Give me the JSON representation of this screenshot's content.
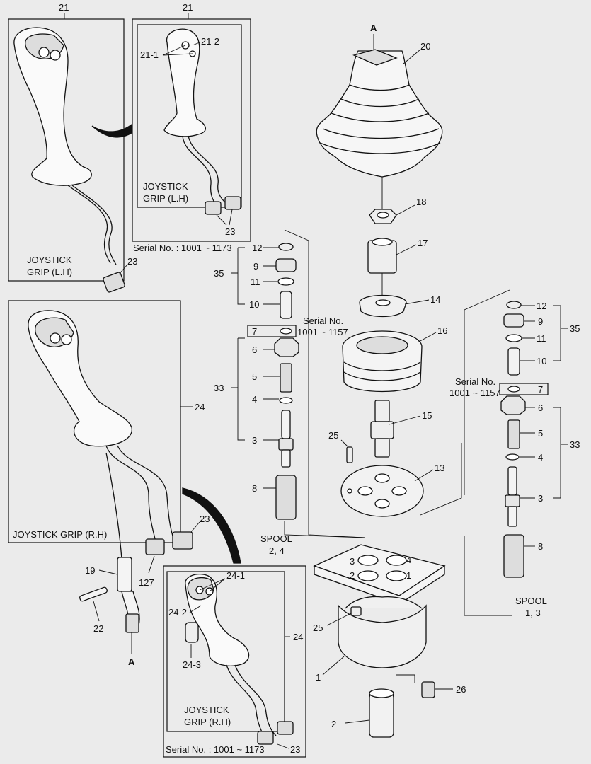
{
  "labels": {
    "lh_outer_num": "21",
    "lh_inner_num": "21",
    "lh_21_1": "21-1",
    "lh_21_2": "21-2",
    "lh_grip_a": "JOYSTICK",
    "lh_grip_b": "GRIP (L.H)",
    "lh_inner_grip_a": "JOYSTICK",
    "lh_inner_grip_b": "GRIP (L.H)",
    "lh_23_inner": "23",
    "lh_23_outer": "23",
    "serial_lh": "Serial No. : 1001 ~ 1173",
    "rh_24": "24",
    "rh_grip": "JOYSTICK GRIP (R.H)",
    "rh_23": "23",
    "rh_127": "127",
    "rh_19": "19",
    "rh_22": "22",
    "rh_A_bottom": "A",
    "rh_24_1": "24-1",
    "rh_24_2": "24-2",
    "rh_24_3": "24-3",
    "rh_24_inner": "24",
    "rh_inner_grip_a": "JOYSTICK",
    "rh_inner_grip_b": "GRIP (R.H)",
    "rh_inner_23": "23",
    "serial_rh": "Serial No. : 1001 ~ 1173",
    "A_top": "A",
    "p20": "20",
    "p18": "18",
    "p17": "17",
    "p14": "14",
    "p16": "16",
    "p15": "15",
    "p25a": "25",
    "p13": "13",
    "p25b": "25",
    "p1": "1",
    "p26": "26",
    "p2": "2",
    "hole3": "3",
    "hole4": "4",
    "hole2": "2",
    "hole1": "1",
    "l12": "12",
    "l9": "9",
    "l35": "35",
    "l11": "11",
    "l10": "10",
    "l7": "7",
    "l6": "6",
    "l33": "33",
    "l5": "5",
    "l4": "4",
    "l3": "3",
    "l8": "8",
    "serial_l_a": "Serial No.",
    "serial_l_b": "1001 ~ 1157",
    "spool_l_a": "SPOOL",
    "spool_l_b": "2, 4",
    "r12": "12",
    "r9": "9",
    "r35": "35",
    "r11": "11",
    "r10": "10",
    "r7": "7",
    "r6": "6",
    "r5": "5",
    "r33": "33",
    "r4": "4",
    "r3": "3",
    "r8": "8",
    "serial_r_a": "Serial No.",
    "serial_r_b": "1001 ~ 1157",
    "spool_r_a": "SPOOL",
    "spool_r_b": "1, 3"
  }
}
